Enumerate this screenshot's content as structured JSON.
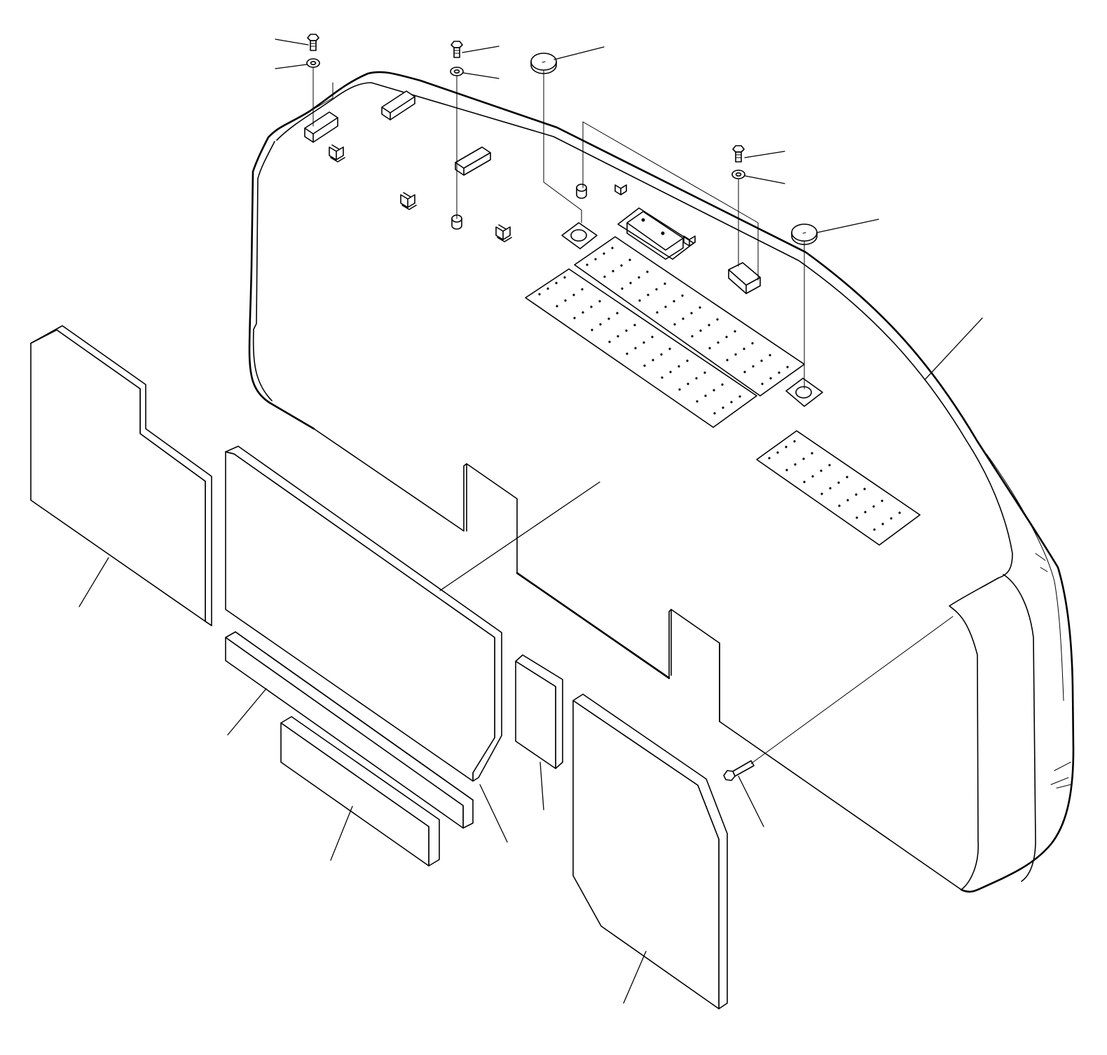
{
  "diagram": {
    "type": "exploded parts illustration",
    "style": "black line art on white background",
    "labels": [],
    "parts": [
      "cover-panel",
      "insulation-pad-left",
      "insulation-pad-center",
      "insulation-strip-long",
      "insulation-strip-short",
      "insulation-pad-small",
      "insulation-pad-right",
      "perforated-pads",
      "grommets",
      "bolts",
      "washers",
      "spacer-blocks",
      "clips",
      "mount-plates",
      "long-bolt"
    ],
    "colors": {
      "line": "#000000",
      "background": "#ffffff"
    }
  }
}
